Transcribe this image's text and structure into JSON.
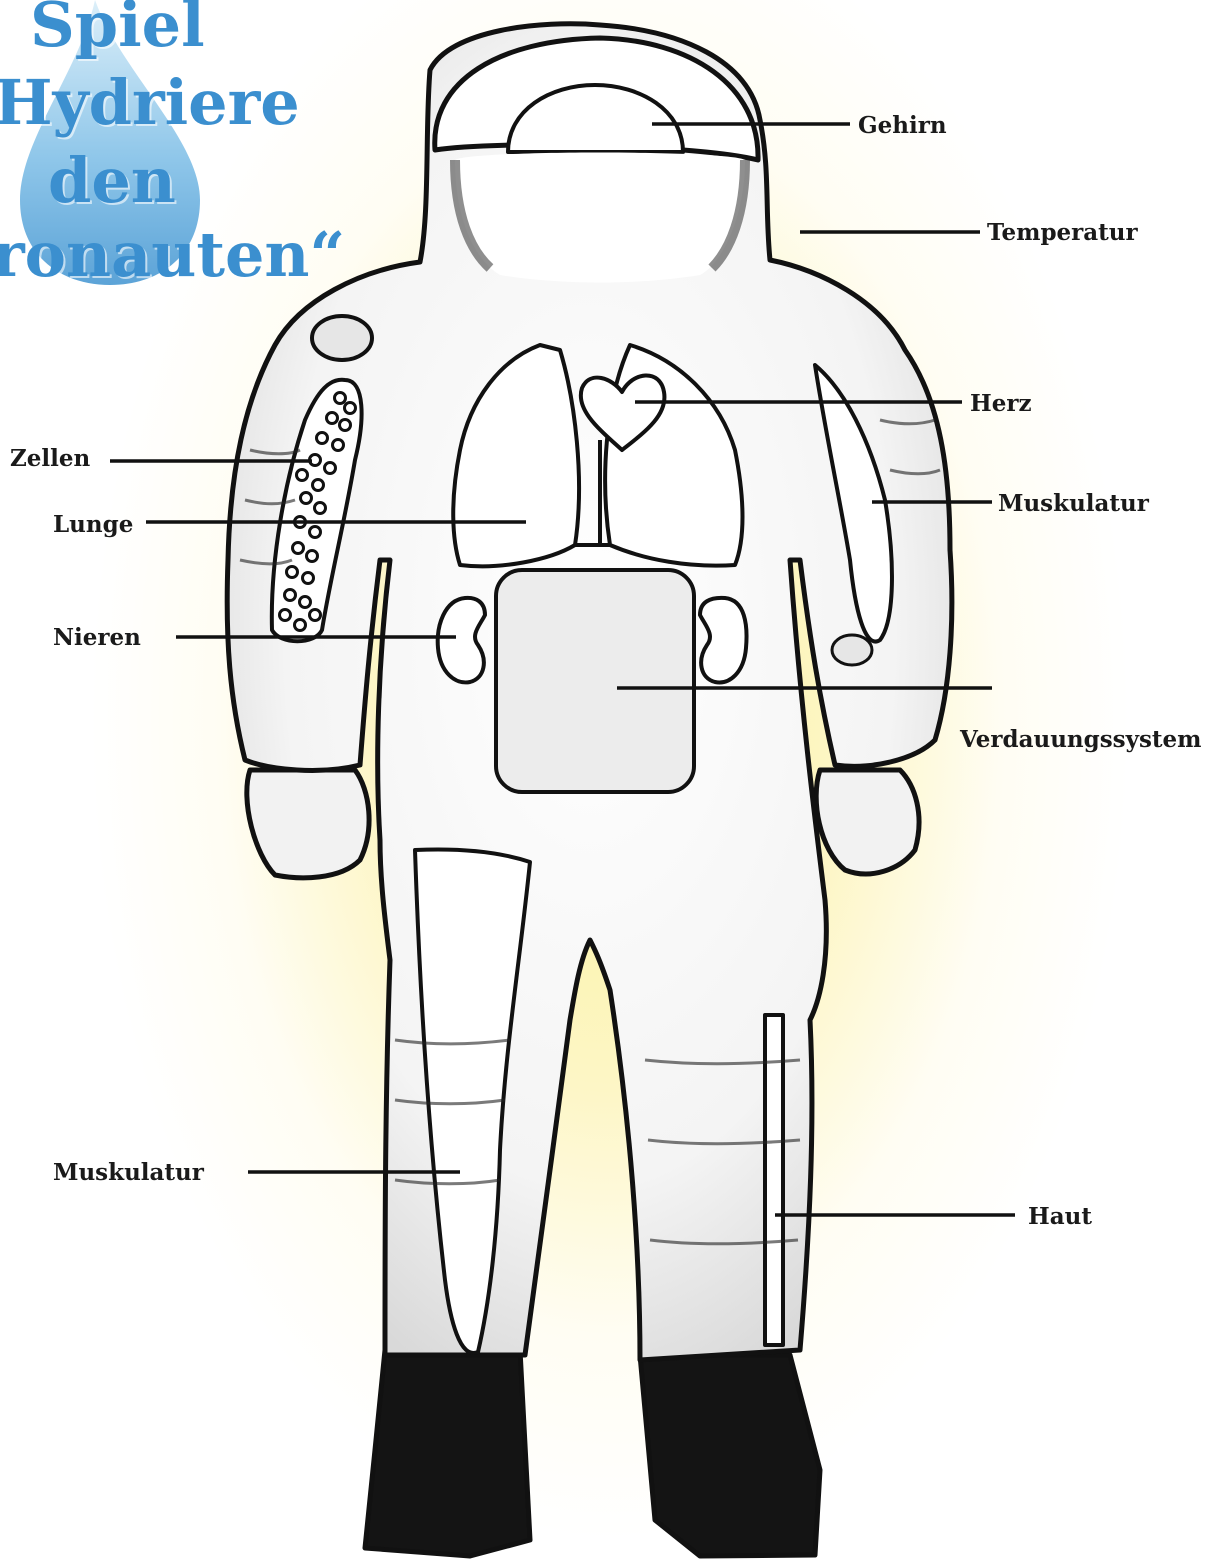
{
  "title": {
    "lines": [
      "Spiel",
      "Hydriere",
      "den",
      "ronauten“"
    ]
  },
  "labels": {
    "gehirn": "Gehirn",
    "temperatur": "Temperatur",
    "herz": "Herz",
    "muskulatur_arm": "Muskulatur",
    "zellen": "Zellen",
    "lunge": "Lunge",
    "nieren": "Nieren",
    "verdauungssystem": "Verdauungssystem",
    "muskulatur_bein": "Muskulatur",
    "haut": "Haut"
  },
  "colors": {
    "title": "#3b8fcf",
    "drop": "#5aa9dd",
    "glow": "#fbf29a",
    "outline": "#111111",
    "label": "#1a1a1a"
  }
}
